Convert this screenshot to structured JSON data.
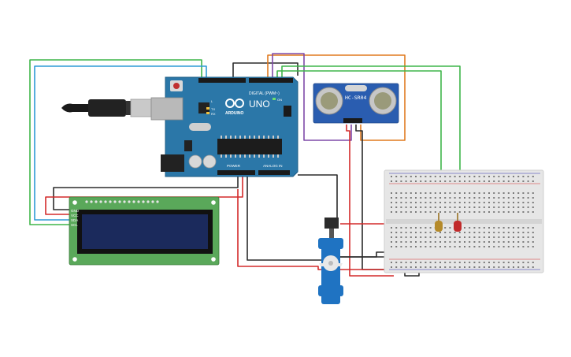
{
  "arduino": {
    "logo": "UNO",
    "brand": "ARDUINO",
    "digital_label": "DIGITAL (PWM~)",
    "power_label": "POWER",
    "analog_label": "ANALOG IN",
    "tx_label": "TX",
    "rx_label": "RX",
    "l_label": "L",
    "on_label": "ON"
  },
  "ultrasonic": {
    "model": "HC-SR04"
  },
  "lcd": {
    "pin_labels": [
      "GND",
      "VCC",
      "SDA",
      "SCL"
    ]
  },
  "wire_colors": {
    "red": "#d42a2a",
    "black": "#2b2b2b",
    "green": "#3fb54a",
    "blue": "#2e9bd6",
    "orange": "#e07a1f",
    "purple": "#7e4aa8"
  },
  "component_colors": {
    "arduino_board": "#2b77a8",
    "sensor_board": "#2a5db0",
    "lcd_pcb": "#5aa85a",
    "lcd_screen": "#1b2a5c",
    "servo_body": "#1f73c2",
    "led_yellow": "#b58a2a",
    "led_red": "#c12a2a"
  }
}
